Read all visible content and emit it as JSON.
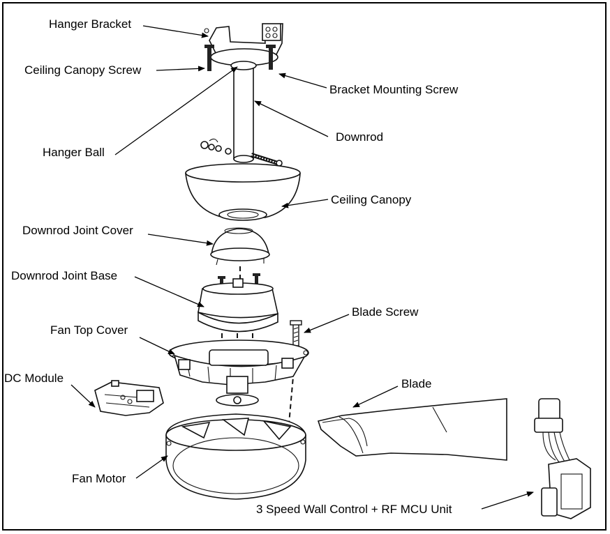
{
  "diagram": {
    "labels": {
      "hanger_bracket": "Hanger Bracket",
      "ceiling_canopy_screw": "Ceiling Canopy Screw",
      "bracket_mounting_screw": "Bracket Mounting Screw",
      "hanger_ball": "Hanger Ball",
      "downrod": "Downrod",
      "ceiling_canopy": "Ceiling Canopy",
      "downrod_joint_cover": "Downrod Joint Cover",
      "downrod_joint_base": "Downrod Joint Base",
      "blade_screw": "Blade Screw",
      "fan_top_cover": "Fan Top Cover",
      "dc_module": "DC Module",
      "blade": "Blade",
      "fan_motor": "Fan Motor",
      "wall_control": "3 Speed Wall Control + RF MCU Unit"
    }
  }
}
